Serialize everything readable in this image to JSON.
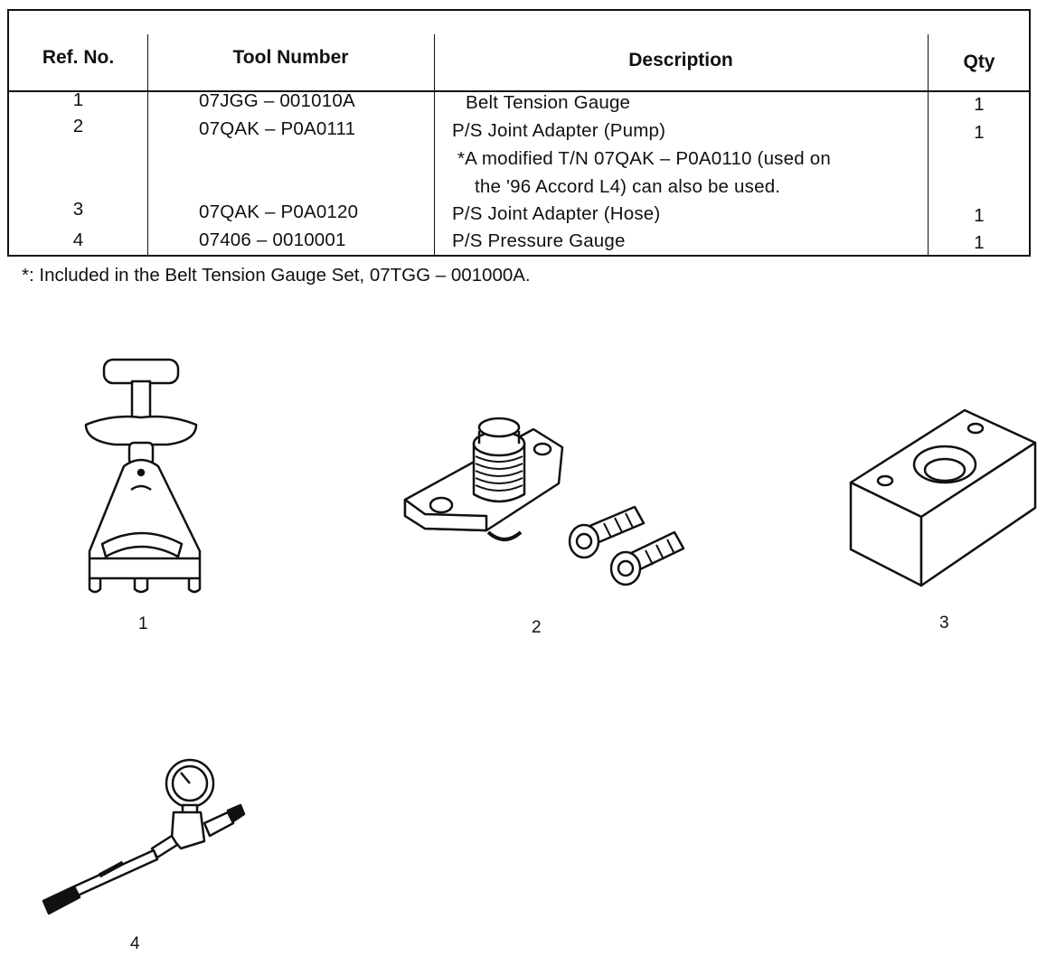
{
  "table": {
    "headers": {
      "ref": "Ref. No.",
      "tool": "Tool Number",
      "desc": "Description",
      "qty": "Qty"
    },
    "rows": [
      {
        "ref": "1",
        "tool": "07JGG – 001010A",
        "desc": "Belt Tension Gauge",
        "qty": "1"
      },
      {
        "ref": "2",
        "tool": "07QAK – P0A0111",
        "desc": "P/S Joint Adapter (Pump)",
        "qty": "1",
        "note_line1": "*A modified T/N 07QAK – P0A0110 (used on",
        "note_line2": "the '96 Accord L4) can also be used."
      },
      {
        "ref": "3",
        "tool": "07QAK – P0A0120",
        "desc": "P/S Joint Adapter (Hose)",
        "qty": "1"
      },
      {
        "ref": "4",
        "tool": "07406 – 0010001",
        "desc": "P/S Pressure Gauge",
        "qty": "1"
      }
    ]
  },
  "footnote": "*: Included in the Belt Tension Gauge Set, 07TGG – 001000A.",
  "figures": [
    {
      "label": "1",
      "icon": "belt-tension-gauge-icon"
    },
    {
      "label": "2",
      "icon": "joint-adapter-pump-icon"
    },
    {
      "label": "3",
      "icon": "joint-adapter-hose-icon"
    },
    {
      "label": "4",
      "icon": "pressure-gauge-icon"
    }
  ]
}
